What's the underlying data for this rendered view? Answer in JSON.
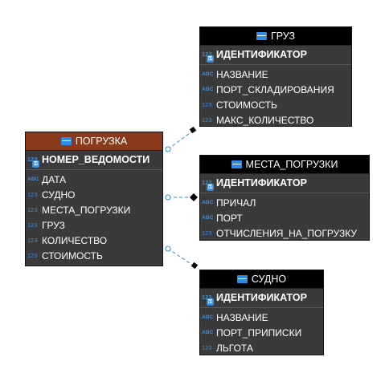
{
  "entities": {
    "gruz": {
      "title": "ГРУЗ",
      "pk": {
        "type": "123",
        "name": "ИДЕНТИФИКАТОР"
      },
      "fields": [
        {
          "type": "ABC",
          "name": "НАЗВАНИЕ"
        },
        {
          "type": "ABC",
          "name": "ПОРТ_СКЛАДИРОВАНИЯ"
        },
        {
          "type": "123",
          "name": "СТОИМОСТЬ"
        },
        {
          "type": "123",
          "name": "МАКС_КОЛИЧЕСТВО"
        }
      ]
    },
    "pogruzka": {
      "title": "ПОГРУЗКА",
      "pk": {
        "type": "123",
        "name": "НОМЕР_ВЕДОМОСТИ"
      },
      "fields": [
        {
          "type": "ABC",
          "name": "ДАТА"
        },
        {
          "type": "123",
          "name": "СУДНО"
        },
        {
          "type": "123",
          "name": "МЕСТА_ПОГРУЗКИ"
        },
        {
          "type": "123",
          "name": "ГРУЗ"
        },
        {
          "type": "123",
          "name": "КОЛИЧЕСТВО"
        },
        {
          "type": "123",
          "name": "СТОИМОСТЬ"
        }
      ]
    },
    "mesta": {
      "title": "МЕСТА_ПОГРУЗКИ",
      "pk": {
        "type": "123",
        "name": "ИДЕНТИФИКАТОР"
      },
      "fields": [
        {
          "type": "ABC",
          "name": "ПРИЧАЛ"
        },
        {
          "type": "ABC",
          "name": "ПОРТ"
        },
        {
          "type": "123",
          "name": "ОТЧИСЛЕНИЯ_НА_ПОГРУЗКУ"
        }
      ]
    },
    "sudno": {
      "title": "СУДНО",
      "pk": {
        "type": "123",
        "name": "ИДЕНТИФИКАТОР"
      },
      "fields": [
        {
          "type": "ABC",
          "name": "НАЗВАНИЕ"
        },
        {
          "type": "ABC",
          "name": "ПОРТ_ПРИПИСКИ"
        },
        {
          "type": "123",
          "name": "ЛЬГОТА"
        }
      ]
    }
  },
  "colors": {
    "header_black": "#000000",
    "header_orange": "#8a3a1c",
    "body": "#3a3a3a",
    "type_icon": "#3d8fd9",
    "link": "#2e8bd6"
  }
}
